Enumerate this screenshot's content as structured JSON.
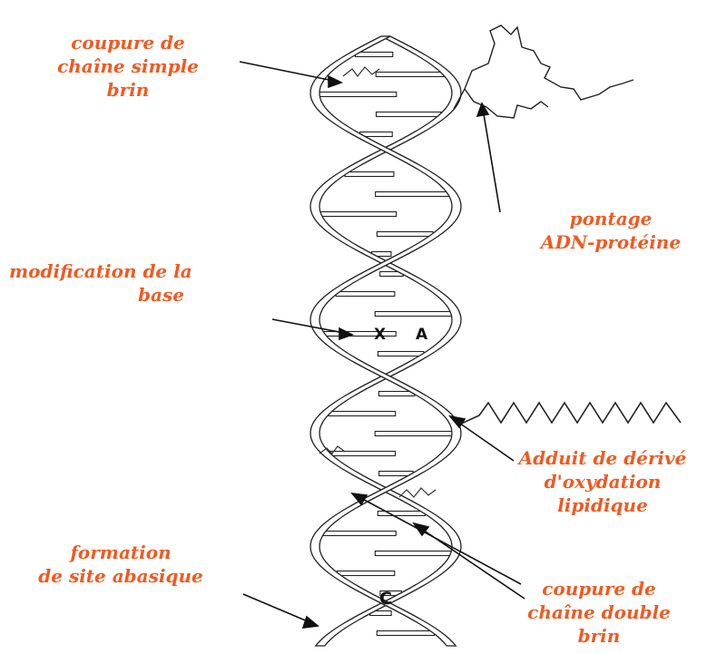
{
  "colors": {
    "label": "#f05a22",
    "line": "#111111"
  },
  "labels": {
    "single_strand_break": [
      "coupure de",
      "chaîne simple",
      "brin"
    ],
    "dna_protein_crosslink": [
      "pontage",
      "ADN-protéine"
    ],
    "base_modification": [
      "modification de la",
      "base"
    ],
    "lipid_adduct": [
      "Adduit de dérivé",
      "d'oxydation",
      "lipidique"
    ],
    "abasic_site": [
      "formation",
      "de site abasique"
    ],
    "double_strand_break": [
      "coupure de",
      "chaîne double",
      "brin"
    ]
  },
  "base_letters": {
    "modified": "X",
    "adenine": "A",
    "cytosine": "C"
  }
}
